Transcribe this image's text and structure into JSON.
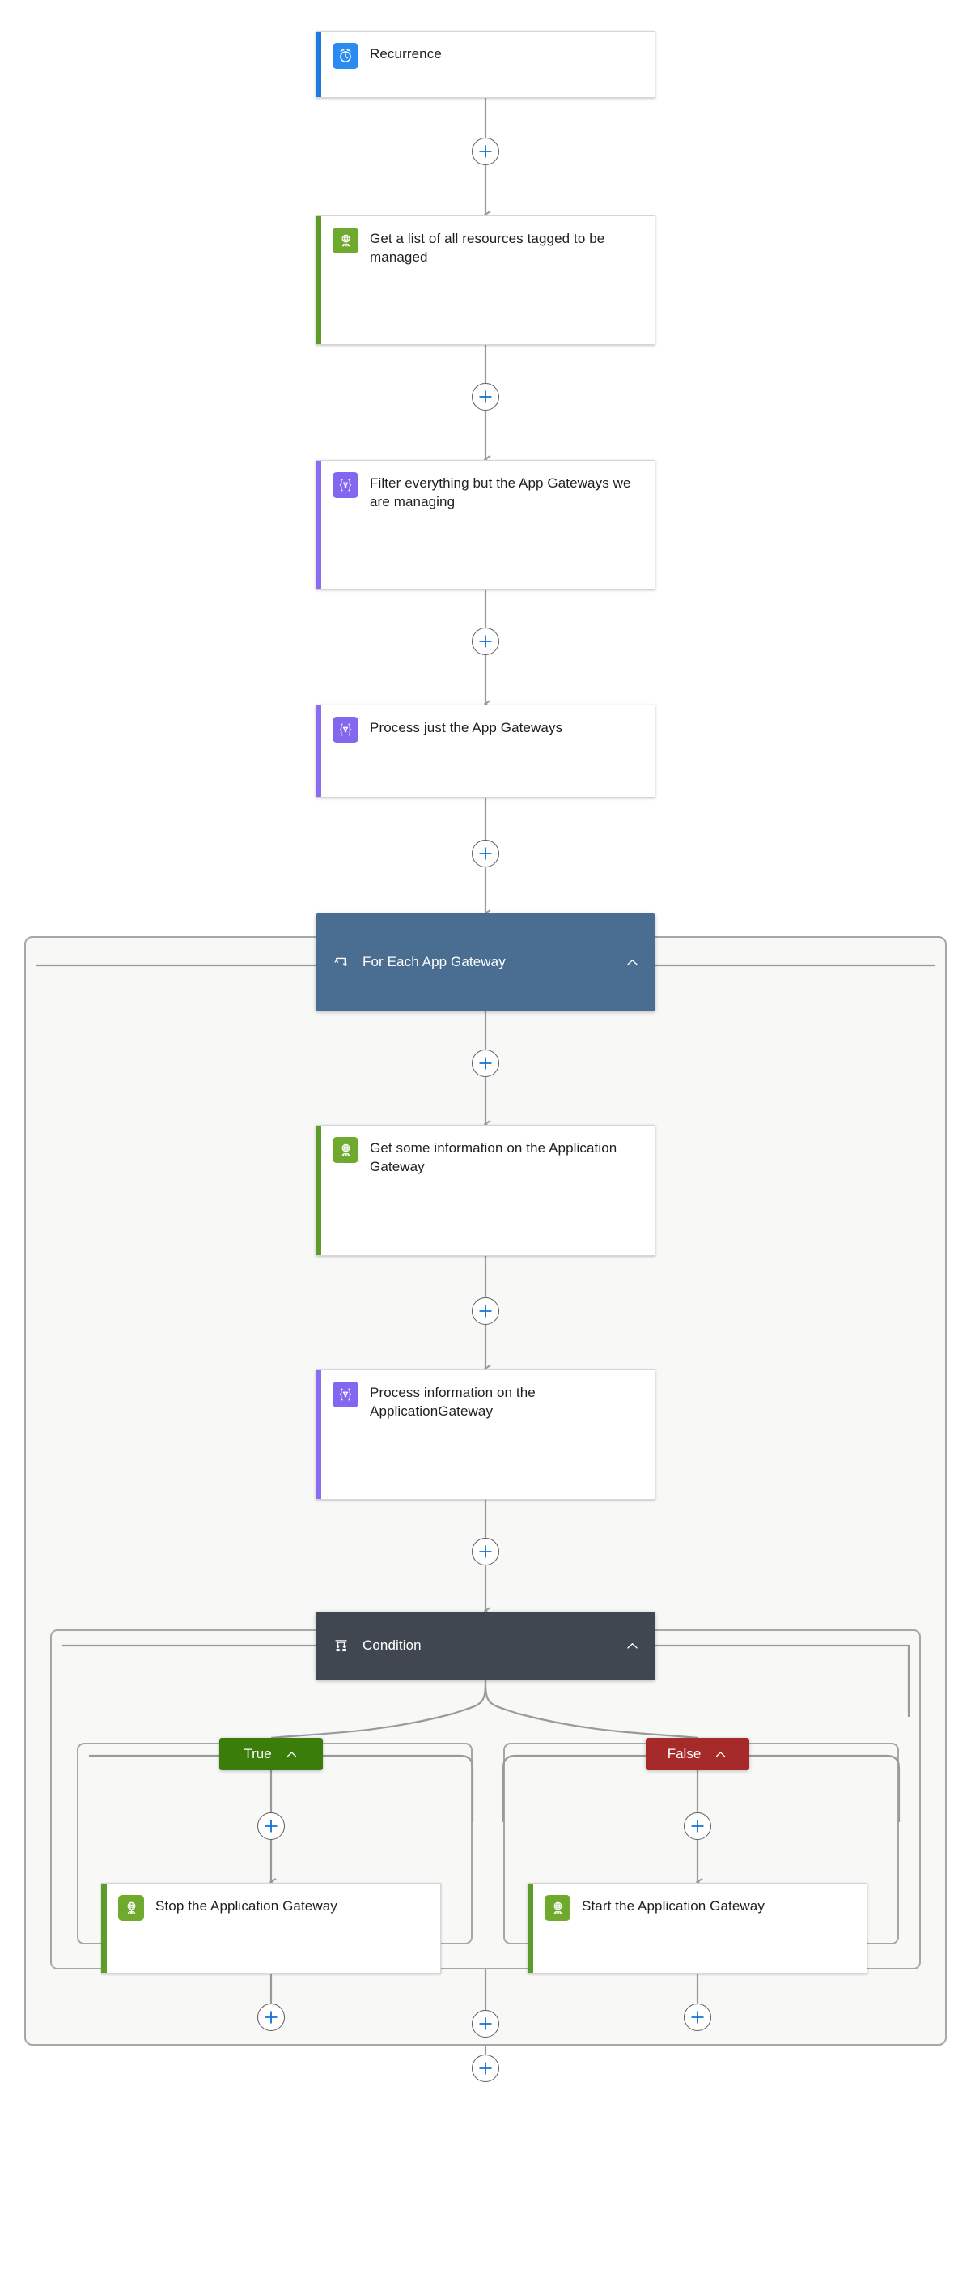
{
  "app": {
    "kind": "logic-app-designer-canvas",
    "canvas_background": "#ffffff",
    "scope_background": "#f8f8f7",
    "connector_color": "#9a9a9a",
    "plus_glyph": "+",
    "plus_label": "Insert a new step",
    "collapse_glyph": "chevron-up"
  },
  "colors": {
    "trigger_accent": "#1f7ae0",
    "trigger_tile": "#2a8bf2",
    "azure_accent": "#5d9b2b",
    "azure_tile": "#6faa2f",
    "data_accent": "#8a6df0",
    "data_tile": "#8368ef",
    "foreach_header": "#4a6e91",
    "condition_header": "#414750",
    "true_pill": "#3a7d0b",
    "false_pill": "#a72a2a",
    "card_border": "#d6d6d6",
    "scope_border": "#a7a7a4",
    "title_text": "#201f1e"
  },
  "nodes": {
    "recurrence": {
      "title": "Recurrence",
      "icon": "alarm-clock-icon",
      "type": "trigger"
    },
    "get_list": {
      "title": "Get a list of all resources tagged to be managed",
      "icon": "azure-resource-globe-icon",
      "type": "action"
    },
    "filter": {
      "title": "Filter everything but the App Gateways we are managing",
      "icon": "data-operation-query-icon",
      "type": "action"
    },
    "process_app_gateways": {
      "title": "Process just the App Gateways",
      "icon": "data-operation-query-icon",
      "type": "action"
    },
    "for_each": {
      "title": "For Each App Gateway",
      "icon": "foreach-loop-icon",
      "type": "scope",
      "collapse": "chevron-up"
    },
    "get_info": {
      "title": "Get some information on the Application Gateway",
      "icon": "azure-resource-globe-icon",
      "type": "action"
    },
    "process_info": {
      "title": "Process information on the ApplicationGateway",
      "icon": "data-operation-query-icon",
      "type": "action"
    },
    "condition": {
      "title": "Condition",
      "icon": "condition-branch-icon",
      "type": "scope",
      "collapse": "chevron-up"
    },
    "branch_true": {
      "label": "True",
      "collapse": "chevron-up"
    },
    "branch_false": {
      "label": "False",
      "collapse": "chevron-up"
    },
    "stop_gateway": {
      "title": "Stop the Application Gateway",
      "icon": "azure-resource-globe-icon",
      "type": "action"
    },
    "start_gateway": {
      "title": "Start the Application Gateway",
      "icon": "azure-resource-globe-icon",
      "type": "action"
    }
  },
  "add_buttons": [
    {
      "id": "add-after-recurrence",
      "label": "+"
    },
    {
      "id": "add-after-get-list",
      "label": "+"
    },
    {
      "id": "add-after-filter",
      "label": "+"
    },
    {
      "id": "add-after-process-app-gateways",
      "label": "+"
    },
    {
      "id": "add-after-foreach-header",
      "label": "+"
    },
    {
      "id": "add-after-get-info",
      "label": "+"
    },
    {
      "id": "add-after-process-info",
      "label": "+"
    },
    {
      "id": "add-true-before-stop",
      "label": "+"
    },
    {
      "id": "add-false-before-start",
      "label": "+"
    },
    {
      "id": "add-true-after-stop",
      "label": "+"
    },
    {
      "id": "add-false-after-start",
      "label": "+"
    },
    {
      "id": "add-after-condition",
      "label": "+"
    },
    {
      "id": "add-after-foreach",
      "label": "+"
    }
  ]
}
